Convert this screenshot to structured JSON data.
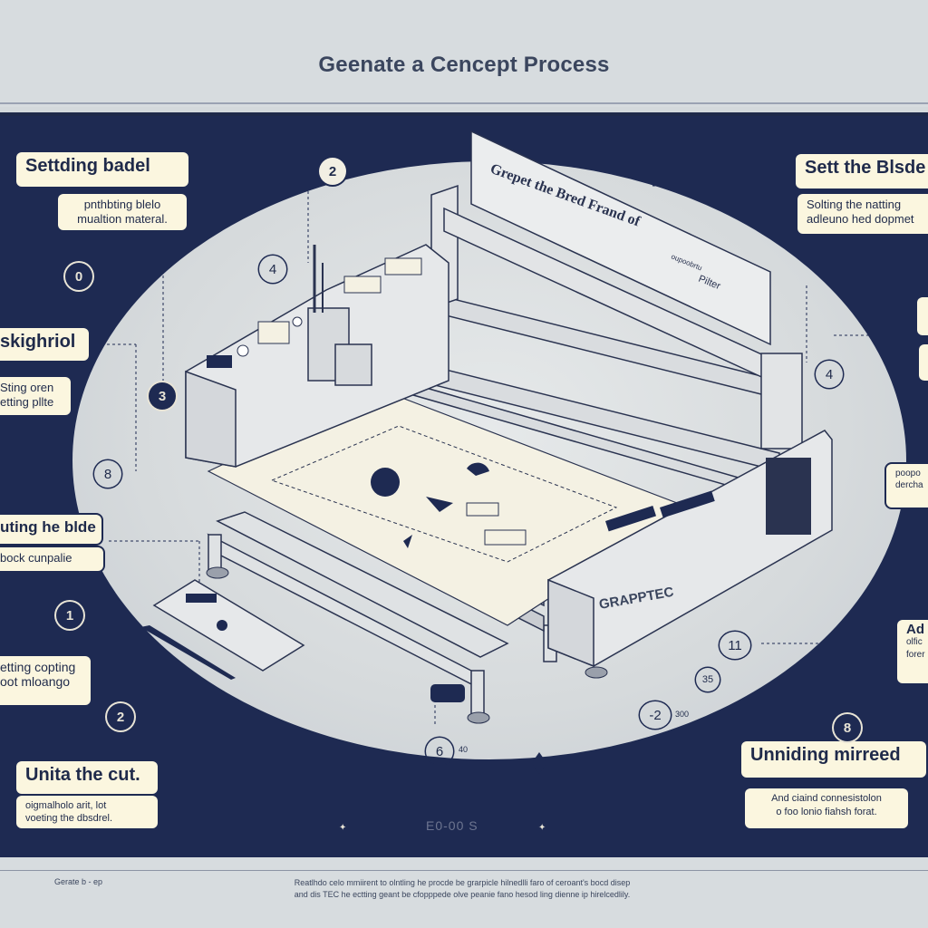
{
  "header": {
    "title": "Geenate a Cencept Process"
  },
  "labels": {
    "top_left_title": "Settding badel",
    "top_left_desc_line1": "pnthbting blelo",
    "top_left_desc_line2": "mualtion materal.",
    "top_right_title": "Sett the Blsde",
    "top_right_desc_line1": "Solting the natting",
    "top_right_desc_line2": "adleuno hed dopmet",
    "mid_left_title": "skighriol",
    "mid_left_desc_line1": "Sting oren",
    "mid_left_desc_line2": "etting pllte",
    "left_blade_title": "uting he blde",
    "left_blade_desc": "bock cunpalie",
    "left_cutting_line1": "etting copting",
    "left_cutting_line2": "oot mloango",
    "bottom_left_title": "Unita the cut.",
    "bottom_left_desc_line1": "oigmalholo arit, lot",
    "bottom_left_desc_line2": "voeting the dbsdrel.",
    "bottom_right_title": "Unniding mirreed",
    "bottom_right_desc_line1": "And ciaind connesistolon",
    "bottom_right_desc_line2": "o foo lonio fiahsh forat.",
    "right_edge_1": "poopo",
    "right_edge_2": "dercha",
    "right_edge_3": "Ad",
    "right_edge_4": "olfic",
    "right_edge_5": "forer"
  },
  "numbers": {
    "n_top_center": "2",
    "n_top_left": "0",
    "n_mid_left": "3",
    "n_left": "8",
    "n_machine_top": "4",
    "n_right": "4",
    "n_left_lower": "1",
    "n_left_bottom": "2",
    "n_bottom_center": "6",
    "n_bottom_right_a": "11",
    "n_bottom_right_b": "35",
    "n_minus": "-2",
    "n_right_bottom": "8"
  },
  "annotations": {
    "minus_suffix": "300",
    "six_suffix": "40",
    "code": "E0-00 S"
  },
  "machine": {
    "banner_text": "Grepet the Bred Frand of",
    "banner_small_line1": "oupoobrtu",
    "banner_small_line2": "Pilter",
    "brand": "GRAPPTEC"
  },
  "footer": {
    "left": "Gerate b - ep",
    "line1": "Reatlhdo celo mmiirent to olntling he procde be grarpicle hilnedlli faro of ceroant's bocd disep",
    "line2": "and dis TEC he ectting geant be cfopppede olve peanie fano hesod ling dienne ip hirelcedlily."
  },
  "colors": {
    "panel": "#1e2a52",
    "label_bg": "#fbf6df",
    "stage": "#d6dadc"
  }
}
